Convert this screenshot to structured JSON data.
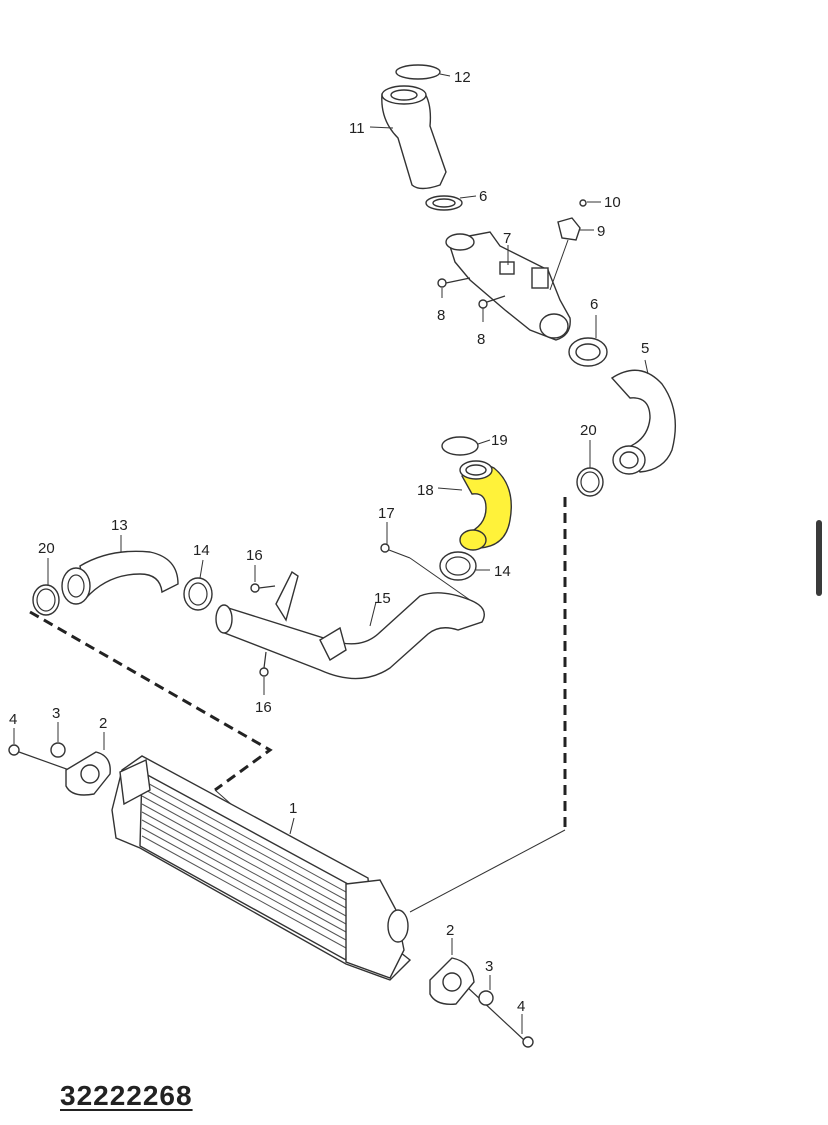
{
  "diagram": {
    "part_number": "32222268",
    "highlighted_part": "18",
    "highlight_color": "#fff23a",
    "callouts": {
      "c1": "1",
      "c2a": "2",
      "c2b": "2",
      "c3a": "3",
      "c3b": "3",
      "c4a": "4",
      "c4b": "4",
      "c5": "5",
      "c6a": "6",
      "c6b": "6",
      "c7": "7",
      "c8a": "8",
      "c8b": "8",
      "c9": "9",
      "c10": "10",
      "c11": "11",
      "c12": "12",
      "c13": "13",
      "c14a": "14",
      "c14b": "14",
      "c15": "15",
      "c16a": "16",
      "c16b": "16",
      "c17": "17",
      "c18": "18",
      "c19": "19",
      "c20a": "20",
      "c20b": "20"
    }
  }
}
